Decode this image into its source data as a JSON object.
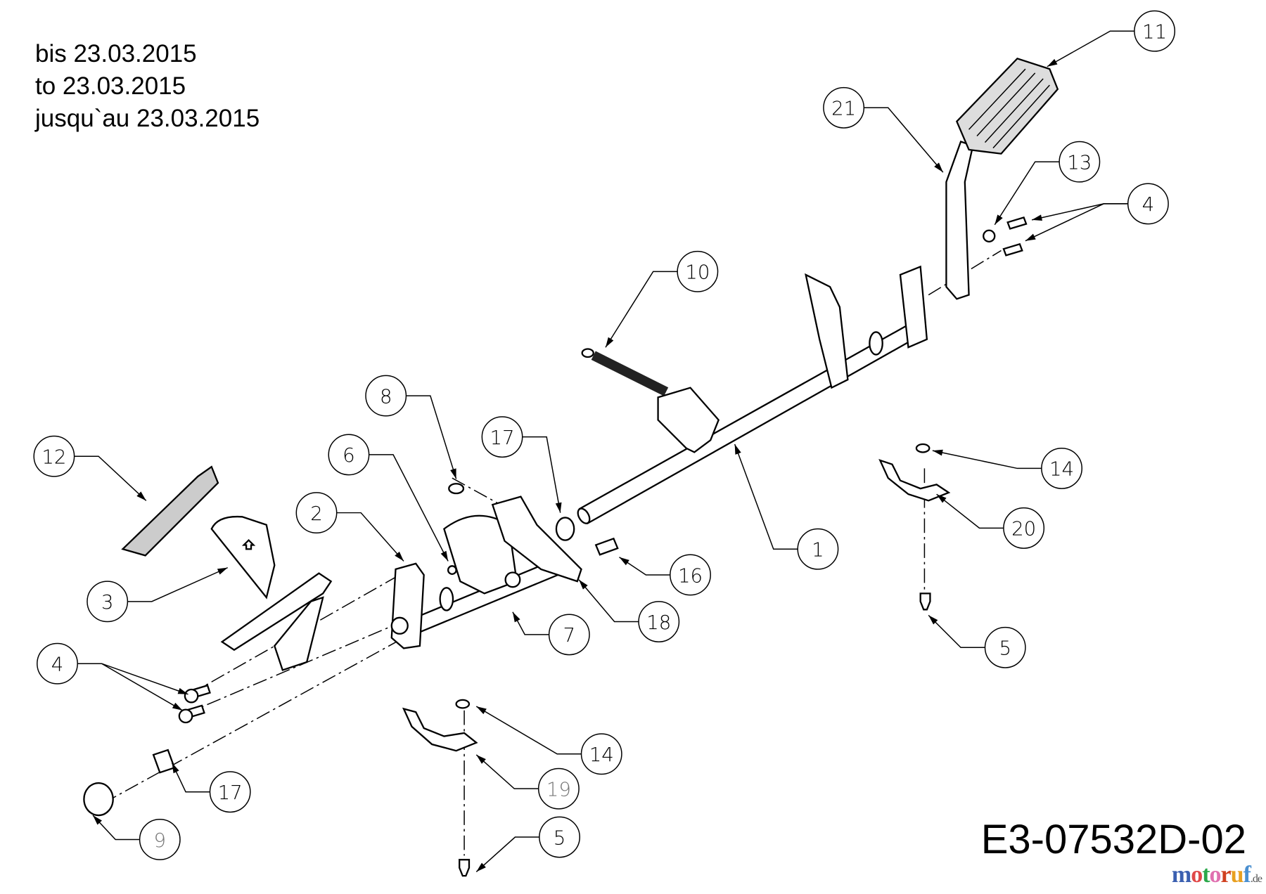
{
  "notes": [
    "bis 23.03.2015",
    "to 23.03.2015",
    "jusqu`au 23.03.2015"
  ],
  "drawing_code": "E3-07532D-02",
  "watermark": {
    "text": "motoruf",
    "tld": ".de",
    "colors": [
      "#3a5fb0",
      "#e04848",
      "#2aa84a",
      "#e070b0",
      "#d04020",
      "#e8a020",
      "#4a8fd0"
    ]
  },
  "callouts": [
    {
      "number": "11"
    },
    {
      "number": "21"
    },
    {
      "number": "13"
    },
    {
      "number": "4"
    },
    {
      "number": "10"
    },
    {
      "number": "8"
    },
    {
      "number": "17"
    },
    {
      "number": "6"
    },
    {
      "number": "12"
    },
    {
      "number": "2"
    },
    {
      "number": "1"
    },
    {
      "number": "14"
    },
    {
      "number": "20"
    },
    {
      "number": "16"
    },
    {
      "number": "3"
    },
    {
      "number": "18"
    },
    {
      "number": "7"
    },
    {
      "number": "5"
    },
    {
      "number": "4"
    },
    {
      "number": "14"
    },
    {
      "number": "19"
    },
    {
      "number": "17"
    },
    {
      "number": "9"
    },
    {
      "number": "5"
    }
  ]
}
